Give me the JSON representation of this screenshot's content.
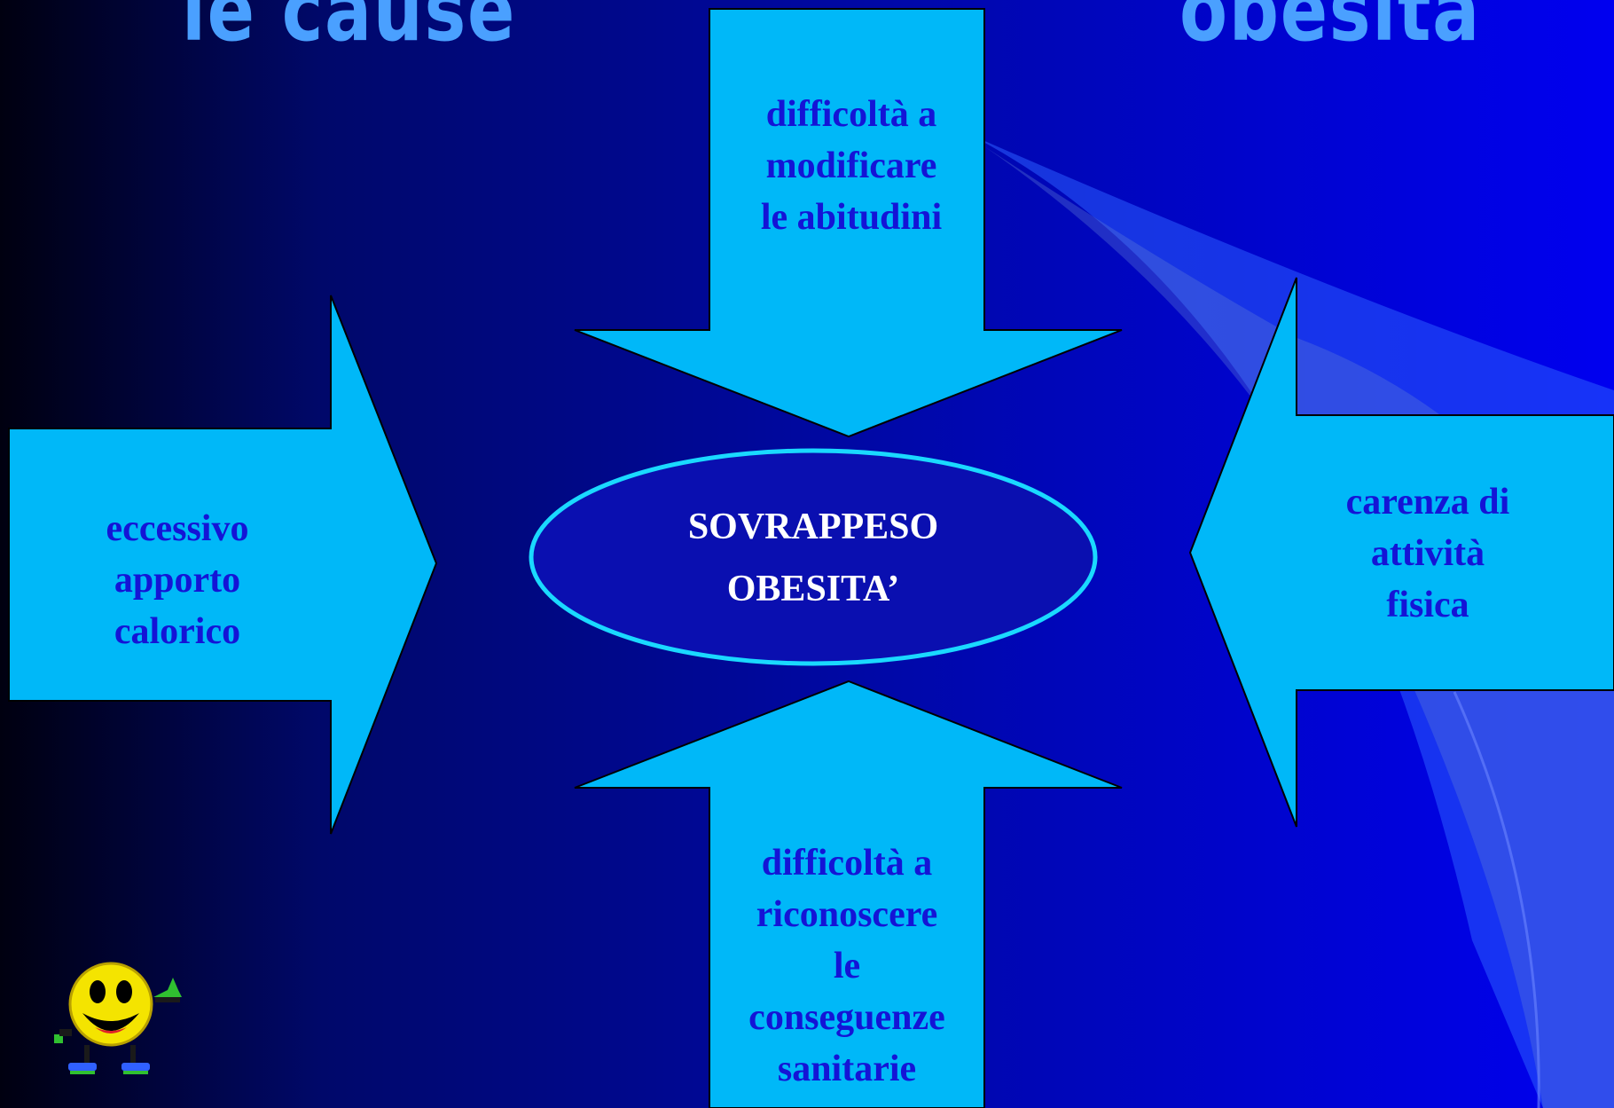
{
  "title": {
    "left": "le cause",
    "right": "obesità"
  },
  "center": {
    "line1": "SOVRAPPESO",
    "line2": "OBESITA’"
  },
  "arrows": {
    "top": [
      "difficoltà a",
      "modificare",
      "le abitudini"
    ],
    "left": [
      "eccessivo",
      "apporto",
      "calorico"
    ],
    "right": [
      "carenza di",
      "attività",
      "fisica"
    ],
    "bottom": [
      "difficoltà a",
      "riconoscere",
      "le",
      "conseguenze",
      "sanitarie"
    ]
  },
  "colors": {
    "arrow_fill": "#00b8f8",
    "arrow_text": "#1414d6",
    "ellipse_stroke": "#1ad9ff",
    "ellipse_text": "#ffffff",
    "background_right": "#0000f0",
    "background_left": "#000010"
  },
  "mascot": "waving-smiley-icon"
}
